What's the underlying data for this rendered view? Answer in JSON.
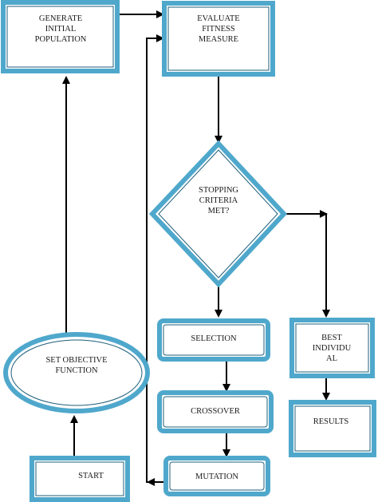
{
  "colors": {
    "border": "#4fa8cc",
    "inner_border": "#1f5f7a",
    "fill": "#ffffff",
    "arrow": "#000000",
    "text": "#1a1a1a"
  },
  "nodes": {
    "generate_initial_population": {
      "lines": [
        "GENERATE",
        "INITIAL",
        "POPULATION"
      ]
    },
    "evaluate_fitness_measure": {
      "lines": [
        "EVALUATE",
        "FITNESS",
        "MEASURE"
      ]
    },
    "stopping_criteria_met": {
      "lines": [
        "STOPPING",
        "CRITERIA",
        "MET?"
      ]
    },
    "selection": {
      "lines": [
        "SELECTION"
      ]
    },
    "crossover": {
      "lines": [
        "CROSSOVER"
      ]
    },
    "mutation": {
      "lines": [
        "MUTATION"
      ]
    },
    "best_individual": {
      "lines": [
        "BEST",
        "INDIVIDU",
        "AL"
      ]
    },
    "results": {
      "lines": [
        "RESULTS"
      ]
    },
    "set_objective_function": {
      "lines": [
        "SET OBJECTIVE",
        "FUNCTION"
      ]
    },
    "start": {
      "lines": [
        "START"
      ]
    }
  }
}
